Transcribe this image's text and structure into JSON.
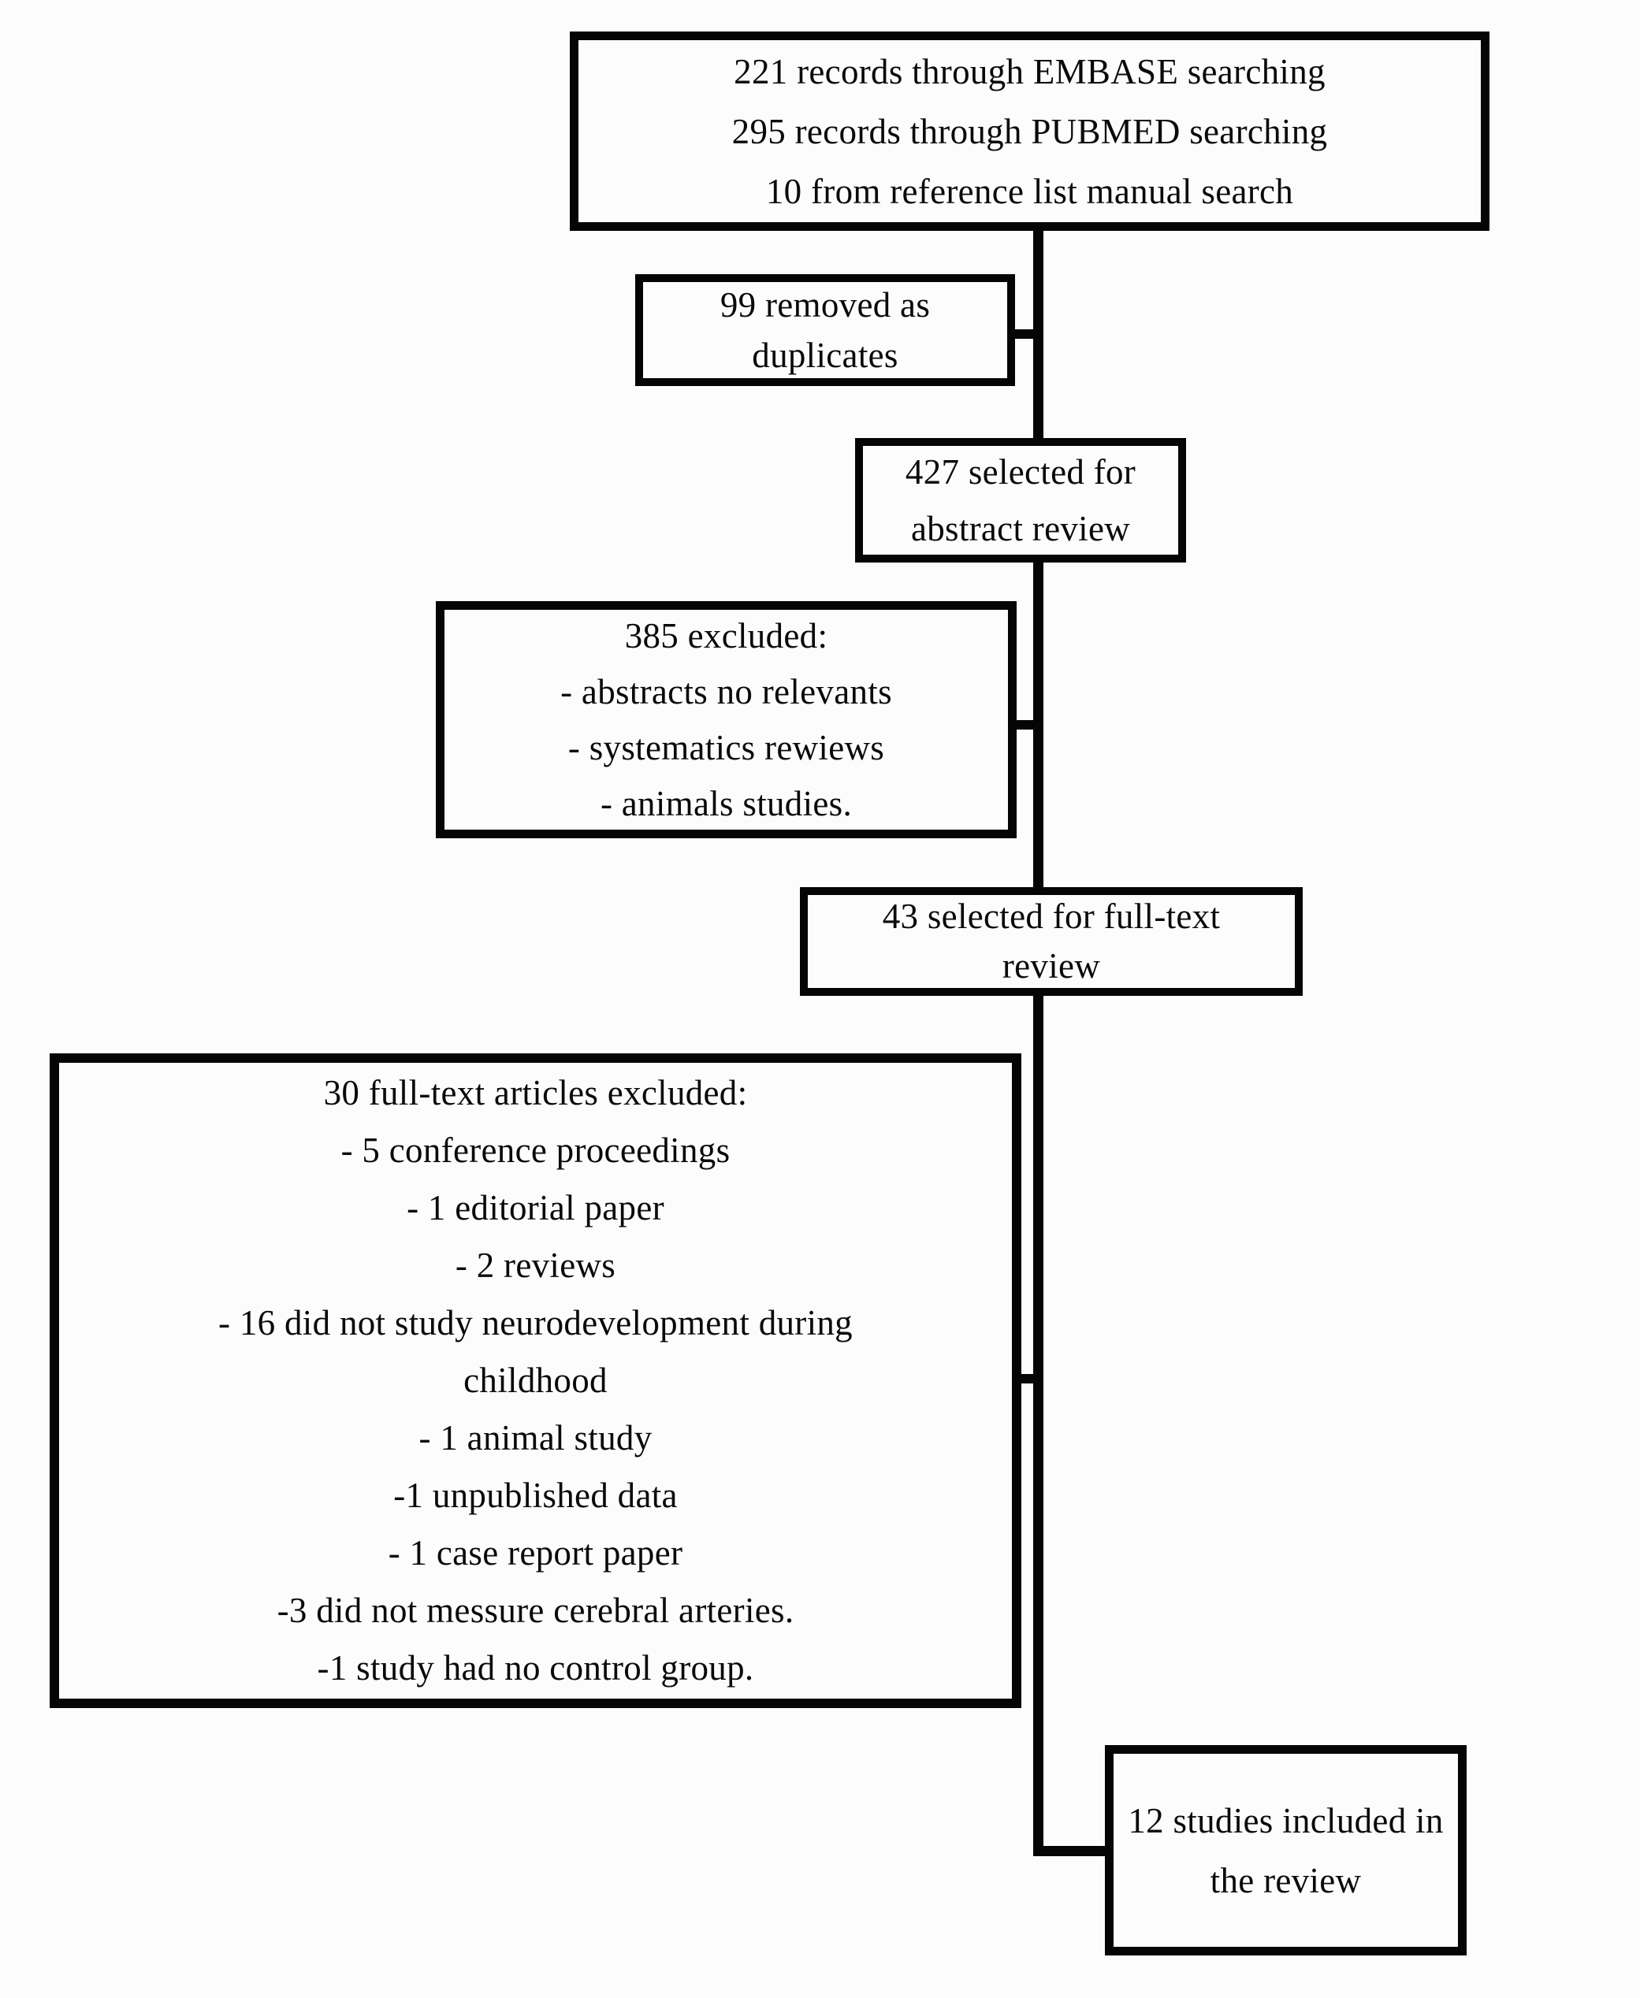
{
  "diagram": {
    "type": "flowchart",
    "description": "Systematic review study selection flow diagram",
    "background": "#fcfcfc",
    "line_color": "#050505",
    "boxes": {
      "records": {
        "lines": [
          "221 records through EMBASE searching",
          "295 records through PUBMED searching",
          "10 from reference list manual search"
        ]
      },
      "duplicates": {
        "lines": [
          "99 removed as",
          "duplicates"
        ]
      },
      "abstract_review": {
        "lines": [
          "427 selected for",
          "abstract review"
        ]
      },
      "abstract_excluded": {
        "lines": [
          "385 excluded:",
          "- abstracts no relevants",
          "- systematics rewiews",
          "- animals studies."
        ]
      },
      "fulltext_review": {
        "lines": [
          "43 selected for full-text",
          "review"
        ]
      },
      "fulltext_excluded": {
        "lines": [
          "30 full-text articles excluded:",
          "- 5 conference proceedings",
          "- 1 editorial paper",
          "- 2 reviews",
          "- 16 did not study neurodevelopment during",
          "childhood",
          "- 1 animal study",
          "-1 unpublished data",
          "- 1 case report paper",
          "-3 did not messure cerebral arteries.",
          "-1 study had no control group."
        ]
      },
      "included": {
        "lines": [
          "12 studies included in",
          "the review"
        ]
      }
    }
  }
}
